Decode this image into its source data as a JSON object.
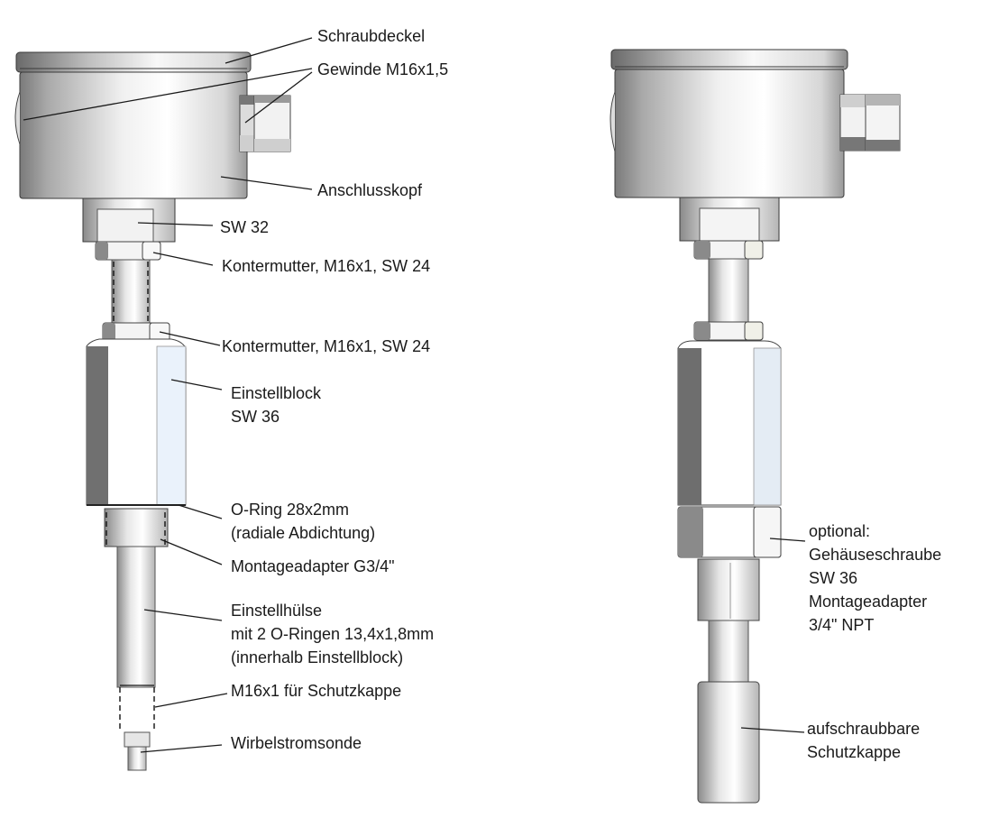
{
  "diagram": {
    "left_view": {
      "labels": {
        "schraubdeckel": "Schraubdeckel",
        "gewinde": "Gewinde M16x1,5",
        "anschlusskopf": "Anschlusskopf",
        "sw32": "SW 32",
        "kontermutter_1": "Kontermutter, M16x1, SW 24",
        "kontermutter_2": "Kontermutter, M16x1, SW 24",
        "einstellblock_1": "Einstellblock",
        "einstellblock_2": "SW 36",
        "oring_1": "O-Ring 28x2mm",
        "oring_2": "(radiale Abdichtung)",
        "montageadapter": "Montageadapter G3/4\"",
        "einstellhuelse_1": "Einstellhülse",
        "einstellhuelse_2": "mit 2 O-Ringen 13,4x1,8mm",
        "einstellhuelse_3": "(innerhalb Einstellblock)",
        "m16_schutzkappe": "M16x1 für Schutzkappe",
        "wirbelstromsonde": "Wirbelstromsonde"
      }
    },
    "right_view": {
      "labels": {
        "optional_1": "optional:",
        "optional_2": "Gehäuseschraube",
        "optional_3": "SW 36",
        "optional_4": "Montageadapter",
        "optional_5": "3/4\" NPT",
        "schutzkappe_1": "aufschraubbare",
        "schutzkappe_2": "Schutzkappe"
      }
    },
    "colors": {
      "background": "#ffffff",
      "text": "#1a1a1a",
      "metal_dark": "#6e6e6e",
      "metal_light": "#f4f4f4",
      "hex_face_blue": "#eaf2fb"
    }
  }
}
